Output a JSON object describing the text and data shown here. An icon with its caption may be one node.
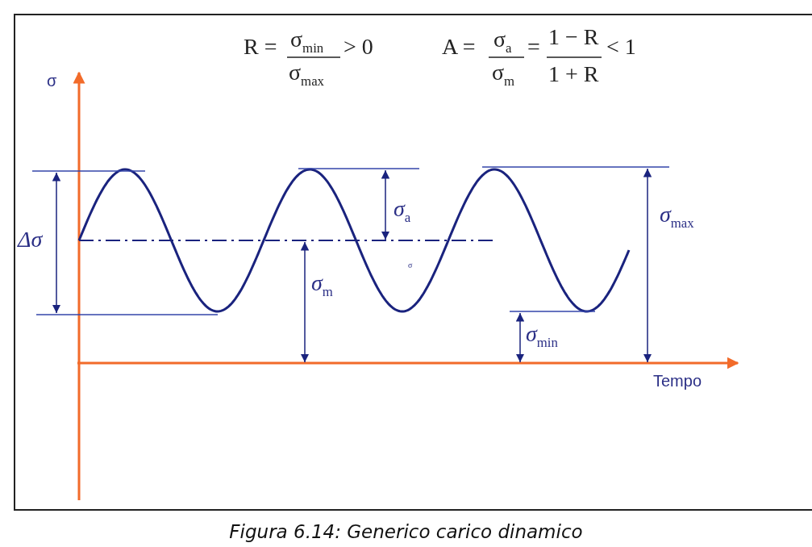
{
  "diagram": {
    "caption": "Figura 6.14: Generico carico dinamico",
    "labels": [
      "R =",
      "σ$_{min}$",
      "σ$_{max}$",
      "> 0",
      "A =",
      "σ$_{a}$",
      "σ$_{m}$",
      "=",
      "1 − R",
      "1 + R",
      "< 1",
      "σ",
      "σ$_{a}$",
      "Δσ",
      "σ$_{max}$",
      "σ",
      "σ$_{m}$",
      "σ$_{min}$",
      "Tempo"
    ]
  }
}
